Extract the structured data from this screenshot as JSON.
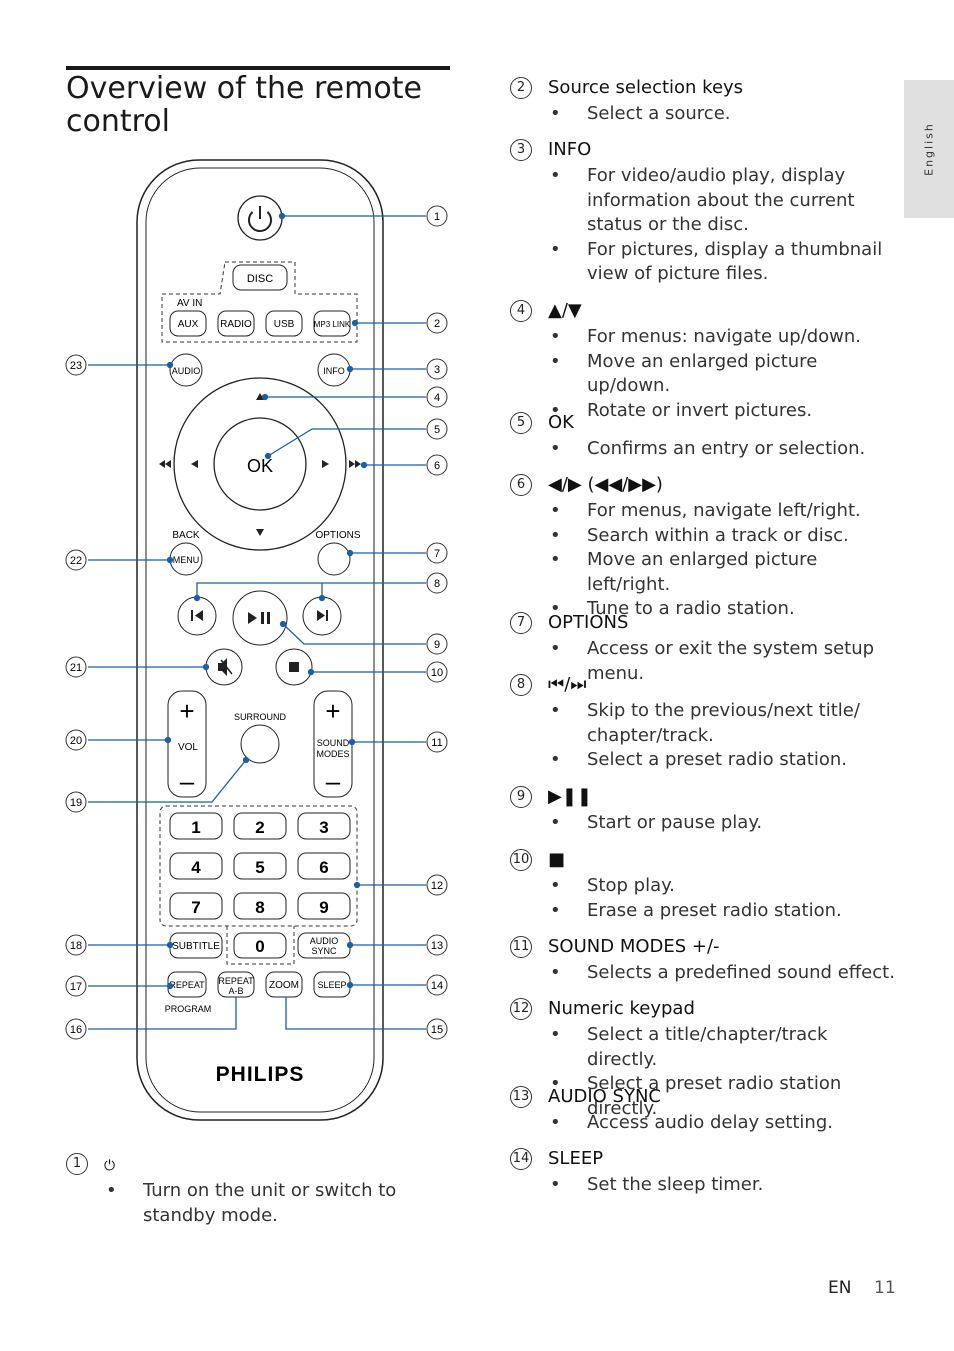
{
  "page": {
    "title": "Overview of the remote control",
    "side_tab": "English",
    "lang_code": "EN",
    "page_number": "11"
  },
  "remote": {
    "buttons": {
      "disc": "DISC",
      "av_in": "AV IN",
      "aux": "AUX",
      "radio": "RADIO",
      "usb": "USB",
      "mp3_link": "MP3 LINK",
      "audio": "AUDIO",
      "info": "INFO",
      "ok": "OK",
      "back": "BACK",
      "menu": "MENU",
      "options": "OPTIONS",
      "surround": "SURROUND",
      "vol": "VOL",
      "sound": "SOUND",
      "modes": "MODES",
      "plus": "+",
      "minus": "–",
      "subtitle": "SUBTITLE",
      "zero": "0",
      "audio_sync_1": "AUDIO",
      "audio_sync_2": "SYNC",
      "repeat": "REPEAT",
      "repeat_ab_1": "REPEAT",
      "repeat_ab_2": "A-B",
      "zoom": "ZOOM",
      "sleep": "SLEEP",
      "program": "PROGRAM",
      "digits": [
        "1",
        "2",
        "3",
        "4",
        "5",
        "6",
        "7",
        "8",
        "9"
      ]
    },
    "brand": "PHILIPS",
    "callouts_right": [
      "1",
      "2",
      "3",
      "4",
      "5",
      "6",
      "7",
      "8",
      "9",
      "10",
      "11",
      "12",
      "13",
      "14",
      "15"
    ],
    "callouts_left": [
      "23",
      "22",
      "21",
      "20",
      "19",
      "18",
      "17",
      "16"
    ]
  },
  "items": [
    {
      "num": "1",
      "label": "⏻",
      "bullets": [
        "Turn on the unit or switch to standby mode."
      ]
    },
    {
      "num": "2",
      "label": "Source selection keys",
      "bullets": [
        "Select a source."
      ]
    },
    {
      "num": "3",
      "label": "INFO",
      "bullets": [
        "For video/audio play, display information about the current status or the disc.",
        "For pictures, display a thumbnail view of picture files."
      ]
    },
    {
      "num": "4",
      "label": "▲/▼",
      "bullets": [
        "For menus: navigate up/down.",
        "Move an enlarged picture up/down.",
        "Rotate or invert pictures."
      ]
    },
    {
      "num": "5",
      "label": "OK",
      "bullets": [
        "Confirms an entry or selection."
      ]
    },
    {
      "num": "6",
      "label": "◀/▶ (◀◀/▶▶)",
      "bullets": [
        "For menus, navigate left/right.",
        "Search within a track or disc.",
        "Move an enlarged picture left/right.",
        "Tune to a radio station."
      ]
    },
    {
      "num": "7",
      "label": "OPTIONS",
      "bullets": [
        "Access or exit the system setup menu."
      ]
    },
    {
      "num": "8",
      "label": "⏮/⏭",
      "bullets": [
        "Skip to the previous/next title/ chapter/track.",
        "Select a preset radio station."
      ]
    },
    {
      "num": "9",
      "label": "▶❚❚",
      "bullets": [
        "Start or pause play."
      ]
    },
    {
      "num": "10",
      "label": "■",
      "bullets": [
        "Stop play.",
        "Erase a preset radio station."
      ]
    },
    {
      "num": "11",
      "label": "SOUND MODES +/-",
      "bullets": [
        "Selects a predefined sound effect."
      ]
    },
    {
      "num": "12",
      "label": "Numeric keypad",
      "bullets": [
        "Select a title/chapter/track directly.",
        "Select a preset radio station directly."
      ]
    },
    {
      "num": "13",
      "label": "AUDIO SYNC",
      "bullets": [
        "Access audio delay setting."
      ]
    },
    {
      "num": "14",
      "label": "SLEEP",
      "bullets": [
        "Set the sleep timer."
      ]
    }
  ]
}
